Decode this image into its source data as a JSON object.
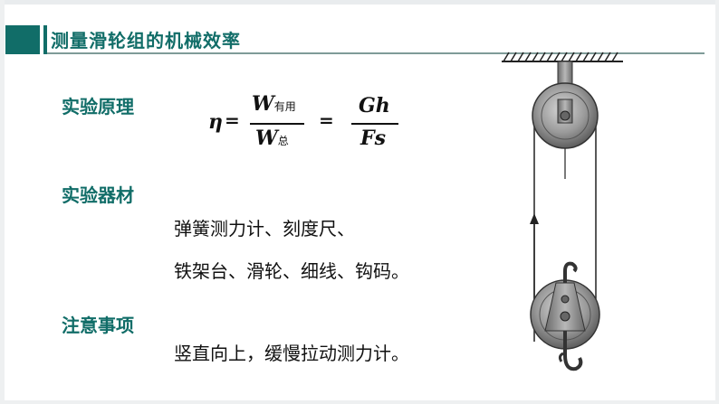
{
  "title": "测量滑轮组的机械效率",
  "sections": [
    {
      "heading": "实验原理"
    },
    {
      "heading": "实验器材",
      "lines": [
        "弹簧测力计、刻度尺、",
        "铁架台、滑轮、细线、钩码。"
      ]
    },
    {
      "heading": "注意事项",
      "lines": [
        "竖直向上，缓慢拉动测力计。"
      ]
    }
  ],
  "formula": {
    "eta": "η",
    "eq1": "=",
    "num_w": "W",
    "num_sub": "有用",
    "den_w": "W",
    "den_sub": "总",
    "eq2": "=",
    "num2": "Gh",
    "den2": "Fs"
  },
  "colors": {
    "accent": "#116d68",
    "rule": "#7f9b98"
  }
}
